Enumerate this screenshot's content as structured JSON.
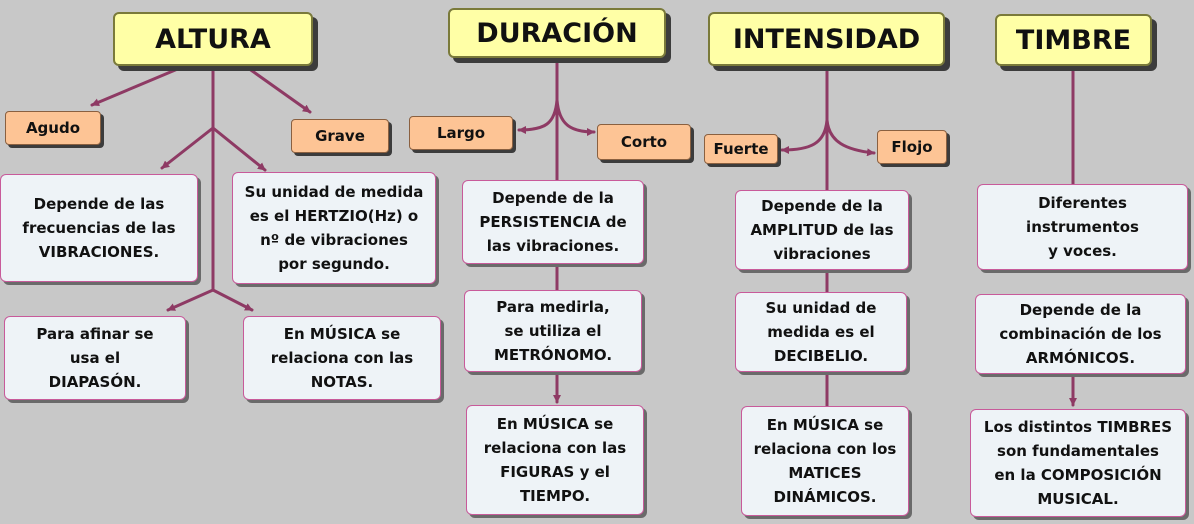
{
  "colors": {
    "title_fill": "#ffffa6",
    "tag_fill": "#fdc495",
    "info_fill": "#eef3f7",
    "link": "#8e3a64",
    "background": "#c8c8c8"
  },
  "altura": {
    "title": "ALTURA",
    "agudo": "Agudo",
    "grave": "Grave",
    "frecuencias": "Depende de las\nfrecuencias de las\nVIBRACIONES.",
    "hertzio": "Su unidad de medida\nes el HERTZIO(Hz) o\nnº de vibraciones\npor segundo.",
    "diapason": "Para afinar se\nusa el\nDIAPASÓN.",
    "notas": "En MÚSICA se\nrelaciona con las\nNOTAS."
  },
  "duracion": {
    "title": "DURACIÓN",
    "largo": "Largo",
    "corto": "Corto",
    "persistencia": "Depende de la\nPERSISTENCIA de\nlas vibraciones.",
    "metronomo": "Para medirla,\nse utiliza el\nMETRÓNOMO.",
    "figuras": "En MÚSICA se\nrelaciona con las\nFIGURAS y el\nTIEMPO."
  },
  "intensidad": {
    "title": "INTENSIDAD",
    "fuerte": "Fuerte",
    "flojo": "Flojo",
    "amplitud": "Depende de la\nAMPLITUD de las\nvibraciones",
    "decibelio": "Su unidad de\nmedida es el\nDECIBELIO.",
    "matices": "En MÚSICA se\nrelaciona con los\nMATICES\nDINÁMICOS."
  },
  "timbre": {
    "title": "TIMBRE",
    "instrumentos": "Diferentes\ninstrumentos\ny voces.",
    "armonicos": "Depende de la\ncombinación de los\nARMÓNICOS.",
    "composicion": "Los distintos TIMBRES\nson fundamentales\nen la COMPOSICIÓN\nMUSICAL."
  }
}
